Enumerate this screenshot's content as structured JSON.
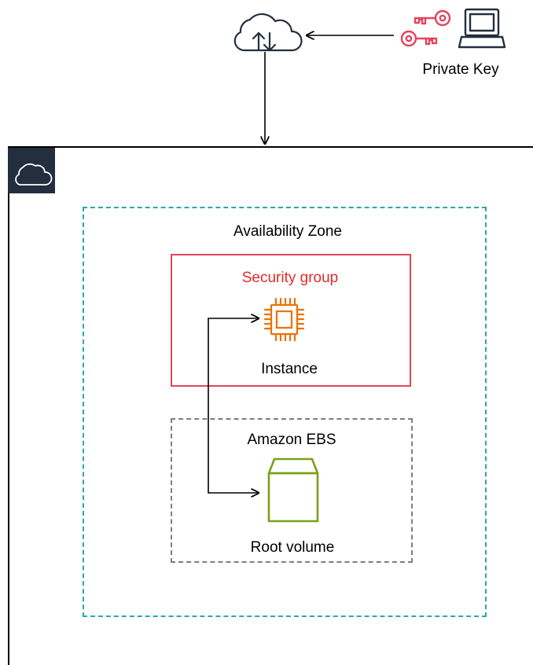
{
  "colors": {
    "region_tab": "#232f3e",
    "availability_zone_border": "#2aa8a8",
    "security_group": "#e0465c",
    "security_group_label": "#e52a2a",
    "instance_icon": "#ed7100",
    "ebs_icon": "#7aa116",
    "ebs_border": "#7a7f87",
    "key_icon": "#e0465c"
  },
  "icons": {
    "internet": "cloud-upload-download-icon",
    "key": "key-icon",
    "client": "laptop-icon",
    "region": "cloud-icon",
    "instance": "chip-icon",
    "volume": "ebs-volume-icon"
  },
  "labels": {
    "private_key": "Private Key",
    "availability_zone": "Availability Zone",
    "security_group": "Security group",
    "instance": "Instance",
    "ebs": "Amazon EBS",
    "root_volume": "Root volume"
  }
}
